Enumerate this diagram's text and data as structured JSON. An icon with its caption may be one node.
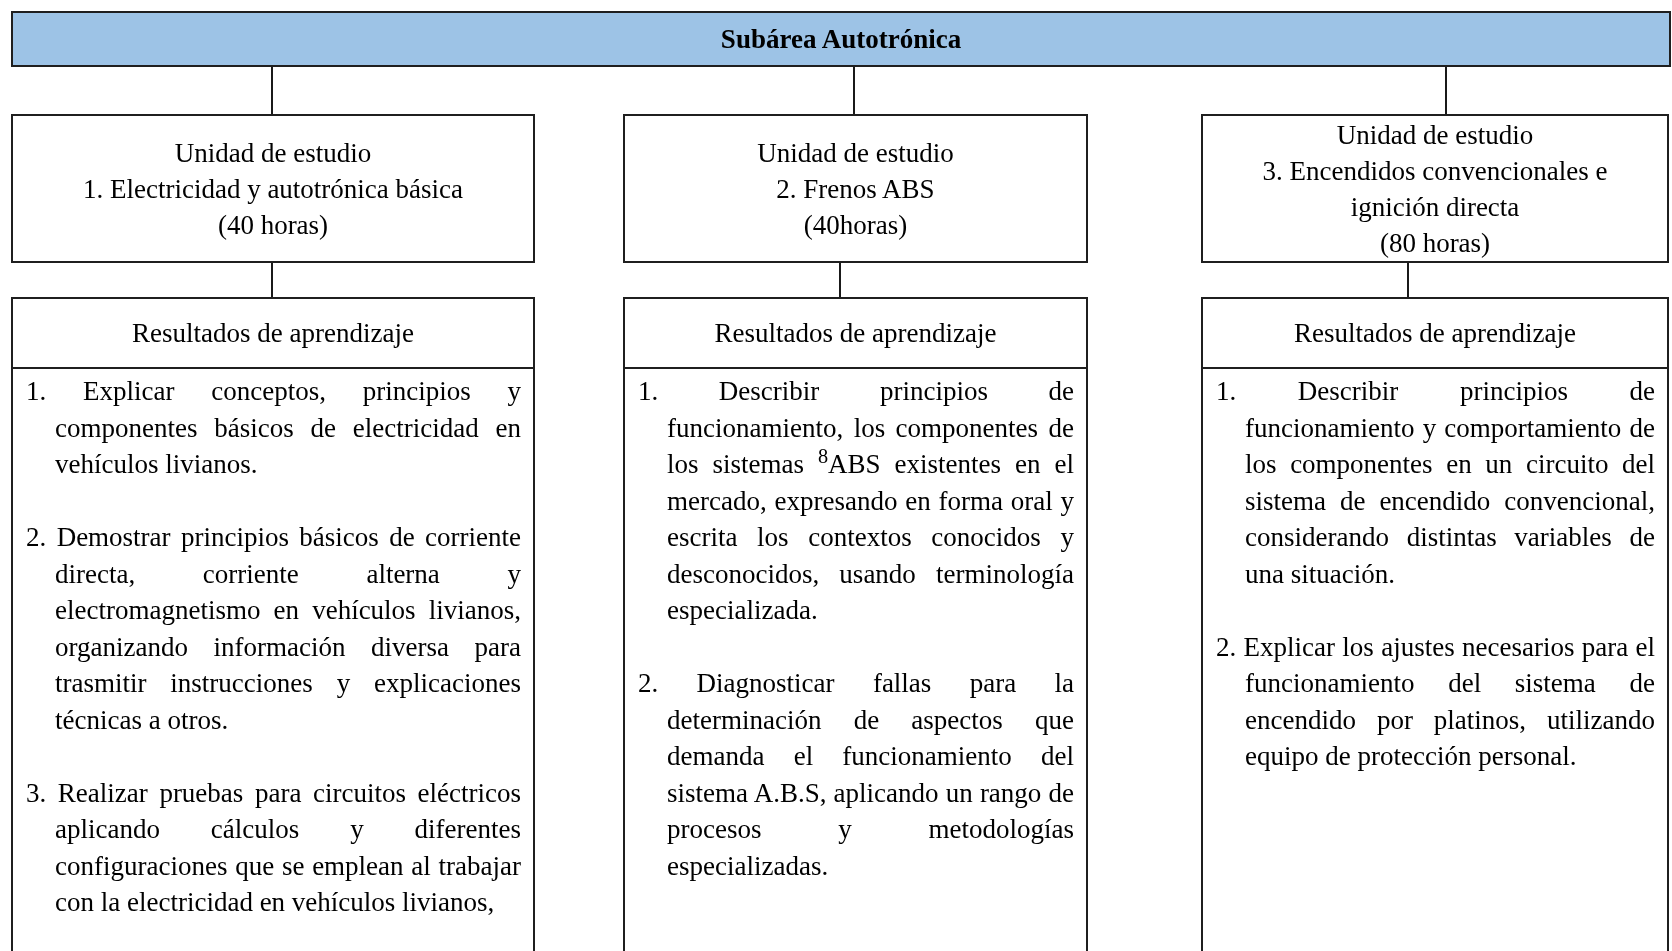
{
  "diagram": {
    "nodes": [
      {
        "text": [
          "Subárea Autotrónica"
        ]
      },
      {
        "text": [
          "Unidad de estudio",
          "1. Electricidad y autotrónica básica",
          "(40 horas)"
        ]
      },
      {
        "text": [
          "Unidad de estudio",
          "2. Frenos ABS",
          "(40horas)"
        ]
      },
      {
        "text": [
          "Unidad de estudio",
          "3. Encendidos convencionales e ignición directa",
          "(80 horas)"
        ]
      },
      {
        "text": [
          "Resultados de aprendizaje",
          "1. Explicar conceptos, principios y componentes básicos de electricidad en vehículos livianos.",
          "2. Demostrar principios básicos de corriente directa, corriente alterna y electromagnetismo en vehículos livianos, organizando información diversa para trasmitir instrucciones y explicaciones técnicas a otros.",
          "3. Realizar pruebas para circuitos eléctricos aplicando cálculos y diferentes configuraciones que se emplean al trabajar con la electricidad en vehículos livianos,"
        ]
      },
      {
        "text": [
          "Resultados de aprendizaje",
          "1. Describir principios de funcionamiento, los componentes de los sistemas $^{8}$ABS existentes en el mercado, expresando en forma oral y escrita los contextos conocidos y desconocidos, usando terminología especializada.",
          "2. Diagnosticar fallas para la determinación de aspectos que demanda el funcionamiento del sistema A.B.S, aplicando un rango de procesos y metodologías especializadas."
        ]
      },
      {
        "text": [
          "Resultados de aprendizaje",
          "1. Describir principios de funcionamiento y comportamiento de los componentes en un circuito del sistema de encendido convencional, considerando distintas variables de una situación.",
          "2. Explicar los ajustes necesarios para el funcionamiento del sistema de encendido por platinos, utilizando equipo de protección personal."
        ]
      }
    ],
    "edges": [
      {
        "from": 0,
        "to": 1,
        "arrow": "none"
      },
      {
        "from": 0,
        "to": 2,
        "arrow": "none"
      },
      {
        "from": 0,
        "to": 3,
        "arrow": "none"
      },
      {
        "from": 1,
        "to": 4,
        "arrow": "none"
      },
      {
        "from": 2,
        "to": 5,
        "arrow": "none"
      },
      {
        "from": 3,
        "to": 6,
        "arrow": "none"
      }
    ]
  }
}
